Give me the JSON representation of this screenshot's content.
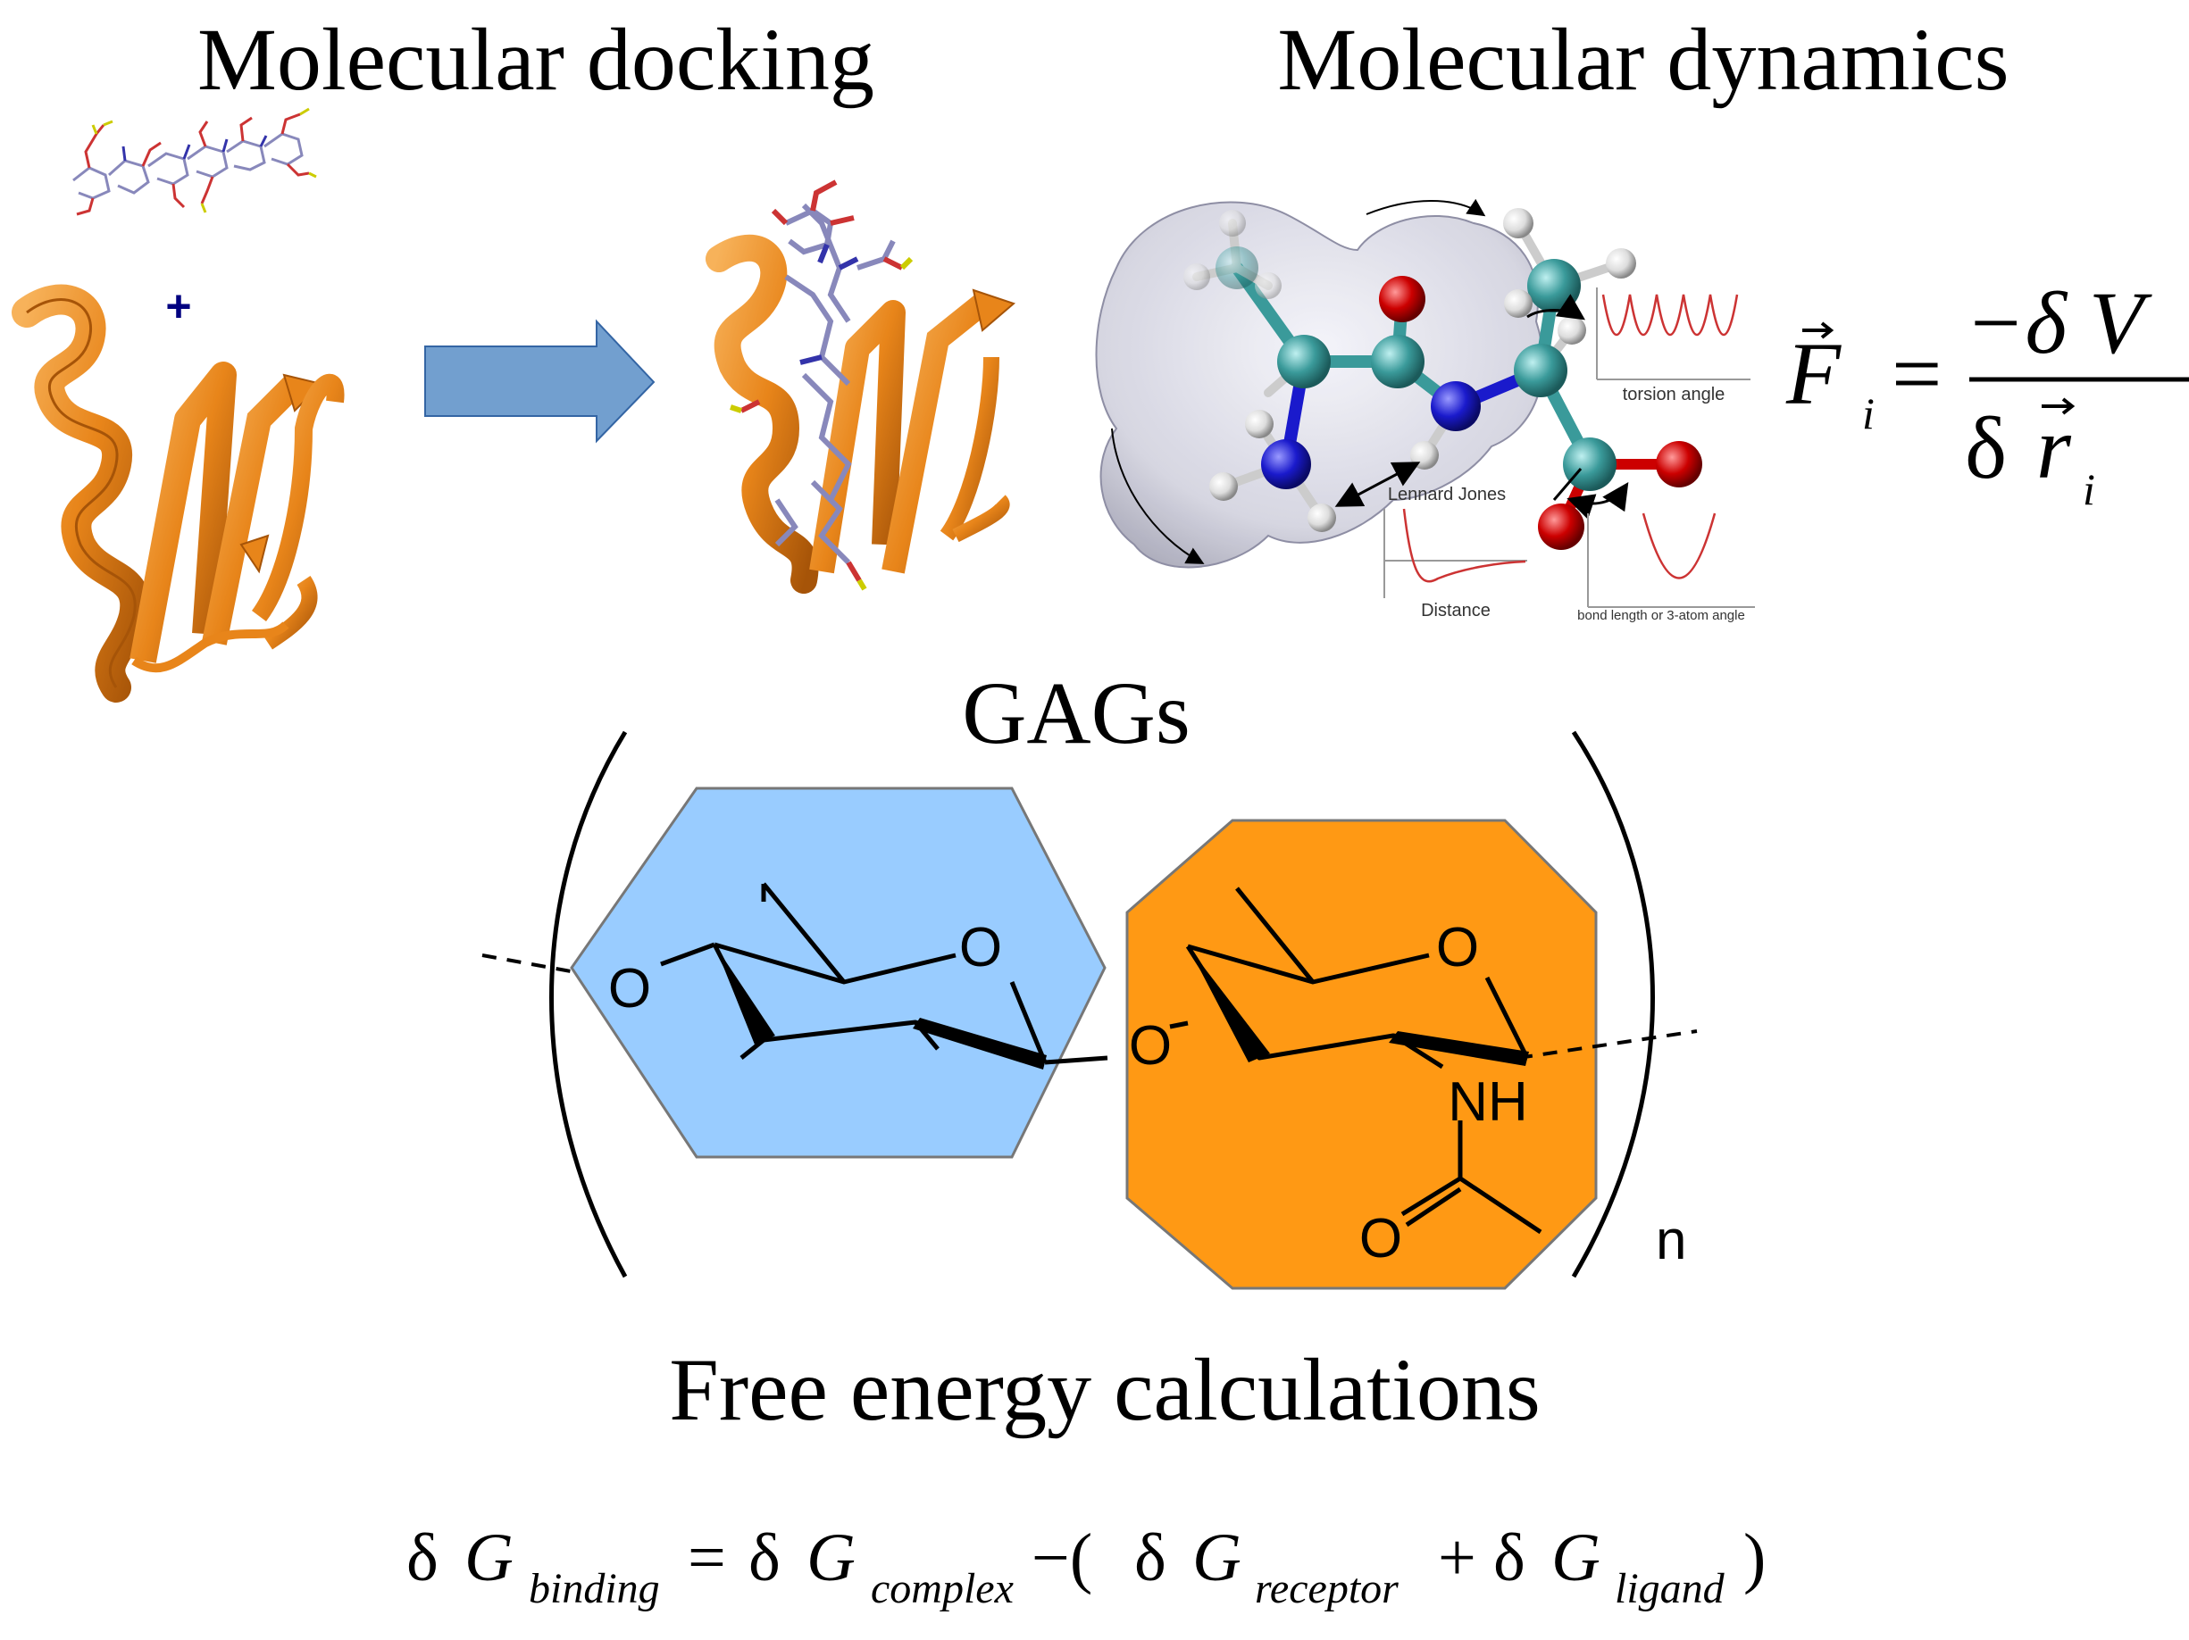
{
  "headings": {
    "docking": "Molecular docking",
    "dynamics": "Molecular dynamics",
    "gags": "GAGs",
    "free_energy": "Free energy calculations"
  },
  "docking": {
    "plus": "+"
  },
  "dynamics_labels": {
    "torsion": "torsion angle",
    "lennard": "Lennard Jones",
    "distance": "Distance",
    "bond": "bond length or 3-atom angle"
  },
  "force_equation": {
    "lhs": "F",
    "lhs_sub": "i",
    "equals": "=",
    "numerator": "−δ V",
    "denominator_delta": "δ",
    "denominator_var": "r",
    "denominator_sub": "i"
  },
  "gag_structure": {
    "ring1_oxygen_ring": "O",
    "ring1_oxygen_link": "O",
    "ring2_oxygen_ring": "O",
    "ring2_oxygen_link": "O",
    "amide_nh": "NH",
    "amide_o": "O",
    "repeat_n": "n"
  },
  "binding_equation": {
    "delta": "δ",
    "g": "G",
    "binding": "binding",
    "complex": "complex",
    "receptor": "receptor",
    "ligand": "ligand",
    "equals": "=",
    "minus": "−(",
    "plus": "+",
    "close": ")"
  },
  "colors": {
    "protein": "#e8851a",
    "protein_dark": "#a65408",
    "arrow_fill": "#729fcf",
    "hexagon_blue": "#99ccff",
    "octagon_orange": "#ff9914",
    "plus_mark": "#000080",
    "carbon": "#3a9a9a",
    "oxygen": "#cc0000",
    "nitrogen": "#1a1acc",
    "hydrogen": "#e8e8e8",
    "curve_red": "#cc3333"
  }
}
